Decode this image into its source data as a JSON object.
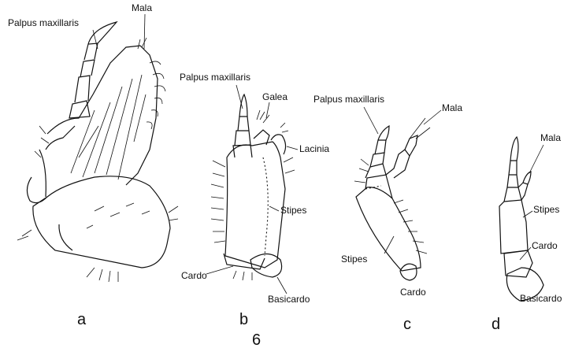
{
  "panels": {
    "a": {
      "caption": "a",
      "labels": [
        "Palpus maxillaris",
        "Mala"
      ]
    },
    "b": {
      "caption": "b",
      "labels": [
        "Palpus maxillaris",
        "Galea",
        "Lacinia",
        "Stipes",
        "Cardo",
        "Basicardo"
      ]
    },
    "c": {
      "caption": "c",
      "labels": [
        "Palpus maxillaris",
        "Mala",
        "Stipes",
        "Cardo"
      ]
    },
    "d": {
      "caption": "d",
      "labels": [
        "Mala",
        "Stipes",
        "Cardo",
        "Basicardo"
      ]
    }
  },
  "figure_number": "6"
}
